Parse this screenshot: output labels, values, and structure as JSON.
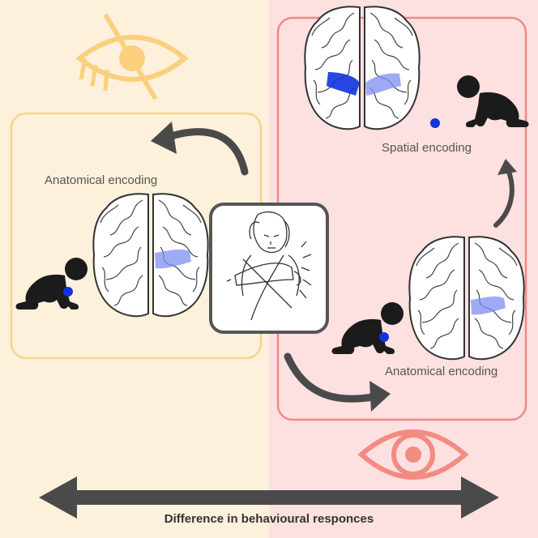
{
  "panels": {
    "left": {
      "background": "#fdf1dc",
      "border": "#f5d58a",
      "eye_color": "#fbcf7d",
      "eye_state": "eye-slash-icon"
    },
    "right": {
      "background": "#fde0e0",
      "border": "#ef8a8a",
      "eye_color": "#f28b82",
      "eye_state": "eye-icon"
    }
  },
  "labels": {
    "left_anatomical": "Anatomical encoding",
    "right_spatial": "Spatial encoding",
    "right_anatomical": "Anatomical encoding"
  },
  "bottom_arrow": {
    "label": "Difference in behavioural responces",
    "color": "#4a4a4a"
  },
  "colors": {
    "brain_highlight": "#7f8ef2",
    "stimulus_dot": "#1133dd",
    "baby_silhouette": "#1b1b1b",
    "arrow": "#4a4a4a"
  }
}
